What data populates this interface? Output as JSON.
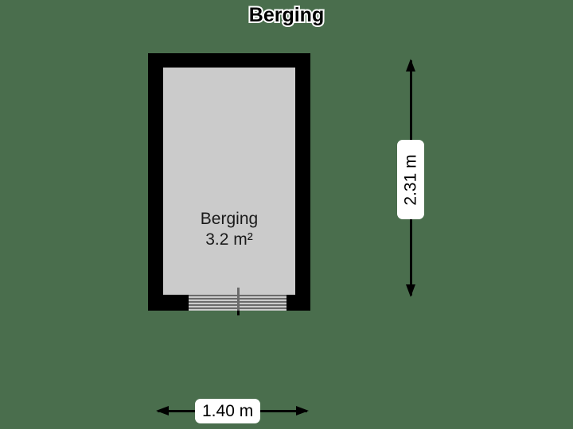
{
  "plan": {
    "title": "Berging",
    "background_color": "#4a6e4d",
    "wall_color": "#000000",
    "floor_color": "#cbcbcb"
  },
  "room": {
    "name": "Berging",
    "area": "3.2 m²"
  },
  "door": {
    "type": "roller-shutter-door",
    "slat_count": 5
  },
  "dimensions": {
    "vertical": {
      "value": "2.31 m",
      "orientation": "vertical",
      "arrow": "double-headed"
    },
    "horizontal": {
      "value": "1.40 m",
      "orientation": "horizontal",
      "arrow": "double-headed"
    }
  }
}
